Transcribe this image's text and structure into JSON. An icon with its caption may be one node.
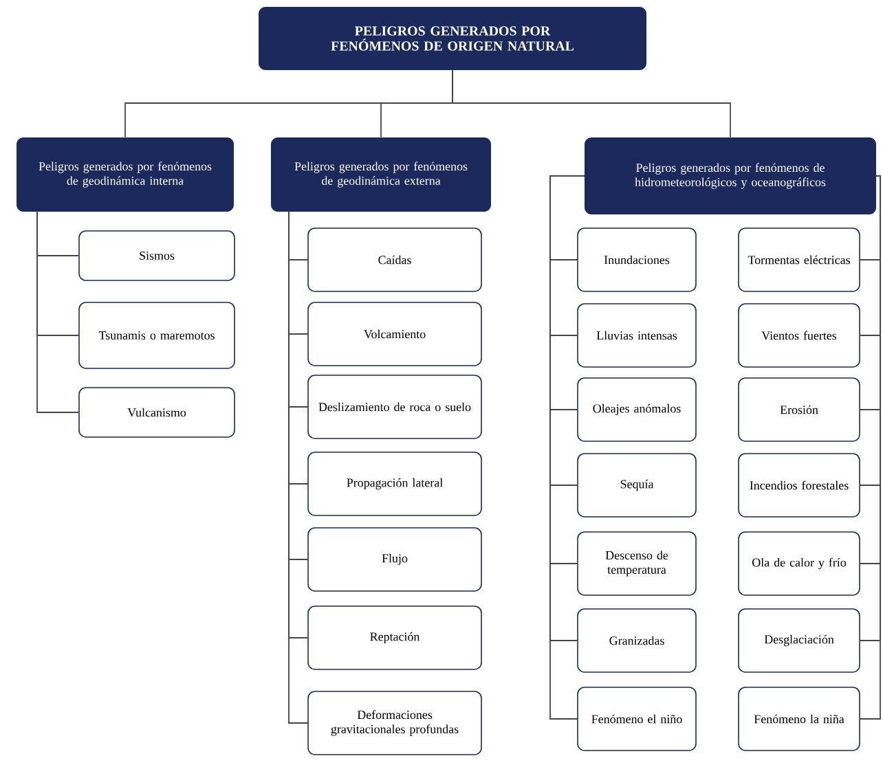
{
  "diagram": {
    "nodes": [
      {
        "text": [
          "PELIGROS GENERADOS POR FENÓMENOS DE ORIGEN NATURAL"
        ]
      },
      {
        "text": [
          "Peligros generados por fenómenos de geodinámica interna"
        ]
      },
      {
        "text": [
          "Peligros generados por fenómenos de geodinámica externa"
        ]
      },
      {
        "text": [
          "Peligros generados por fenómenos de hidrometeorológicos y oceanográficos"
        ]
      },
      {
        "text": [
          "Sismos"
        ]
      },
      {
        "text": [
          "Tsunamis o maremotos"
        ]
      },
      {
        "text": [
          "Vulcanismo"
        ]
      },
      {
        "text": [
          "Caídas"
        ]
      },
      {
        "text": [
          "Volcamiento"
        ]
      },
      {
        "text": [
          "Deslizamiento de roca o suelo"
        ]
      },
      {
        "text": [
          "Propagación lateral"
        ]
      },
      {
        "text": [
          "Flujo"
        ]
      },
      {
        "text": [
          "Reptación"
        ]
      },
      {
        "text": [
          "Deformaciones gravitacionales profundas"
        ]
      },
      {
        "text": [
          "Inundaciones"
        ]
      },
      {
        "text": [
          "Tormentas eléctricas"
        ]
      },
      {
        "text": [
          "Lluvias intensas"
        ]
      },
      {
        "text": [
          "Vientos fuertes"
        ]
      },
      {
        "text": [
          "Oleajes anómalos"
        ]
      },
      {
        "text": [
          "Erosión"
        ]
      },
      {
        "text": [
          "Sequía"
        ]
      },
      {
        "text": [
          "Incendios forestales"
        ]
      },
      {
        "text": [
          "Descenso de temperatura"
        ]
      },
      {
        "text": [
          "Ola de calor y frío"
        ]
      },
      {
        "text": [
          "Granizadas"
        ]
      },
      {
        "text": [
          "Desglaciación"
        ]
      },
      {
        "text": [
          "Fenómeno el niño"
        ]
      },
      {
        "text": [
          "Fenómeno la niña"
        ]
      }
    ],
    "edges": [
      {
        "from": 0,
        "to": 1,
        "arrow": "none"
      },
      {
        "from": 0,
        "to": 2,
        "arrow": "none"
      },
      {
        "from": 0,
        "to": 3,
        "arrow": "none"
      },
      {
        "from": 1,
        "to": 4,
        "arrow": "none"
      },
      {
        "from": 1,
        "to": 5,
        "arrow": "none"
      },
      {
        "from": 1,
        "to": 6,
        "arrow": "none"
      },
      {
        "from": 2,
        "to": 7,
        "arrow": "none"
      },
      {
        "from": 2,
        "to": 8,
        "arrow": "none"
      },
      {
        "from": 2,
        "to": 9,
        "arrow": "none"
      },
      {
        "from": 2,
        "to": 10,
        "arrow": "none"
      },
      {
        "from": 2,
        "to": 11,
        "arrow": "none"
      },
      {
        "from": 2,
        "to": 12,
        "arrow": "none"
      },
      {
        "from": 2,
        "to": 13,
        "arrow": "none"
      },
      {
        "from": 3,
        "to": 14,
        "arrow": "none"
      },
      {
        "from": 3,
        "to": 15,
        "arrow": "none"
      },
      {
        "from": 3,
        "to": 16,
        "arrow": "none"
      },
      {
        "from": 3,
        "to": 17,
        "arrow": "none"
      },
      {
        "from": 3,
        "to": 18,
        "arrow": "none"
      },
      {
        "from": 3,
        "to": 19,
        "arrow": "none"
      },
      {
        "from": 3,
        "to": 20,
        "arrow": "none"
      },
      {
        "from": 3,
        "to": 21,
        "arrow": "none"
      },
      {
        "from": 3,
        "to": 22,
        "arrow": "none"
      },
      {
        "from": 3,
        "to": 23,
        "arrow": "none"
      },
      {
        "from": 3,
        "to": 24,
        "arrow": "none"
      },
      {
        "from": 3,
        "to": 25,
        "arrow": "none"
      },
      {
        "from": 3,
        "to": 26,
        "arrow": "none"
      },
      {
        "from": 3,
        "to": 27,
        "arrow": "none"
      }
    ]
  }
}
